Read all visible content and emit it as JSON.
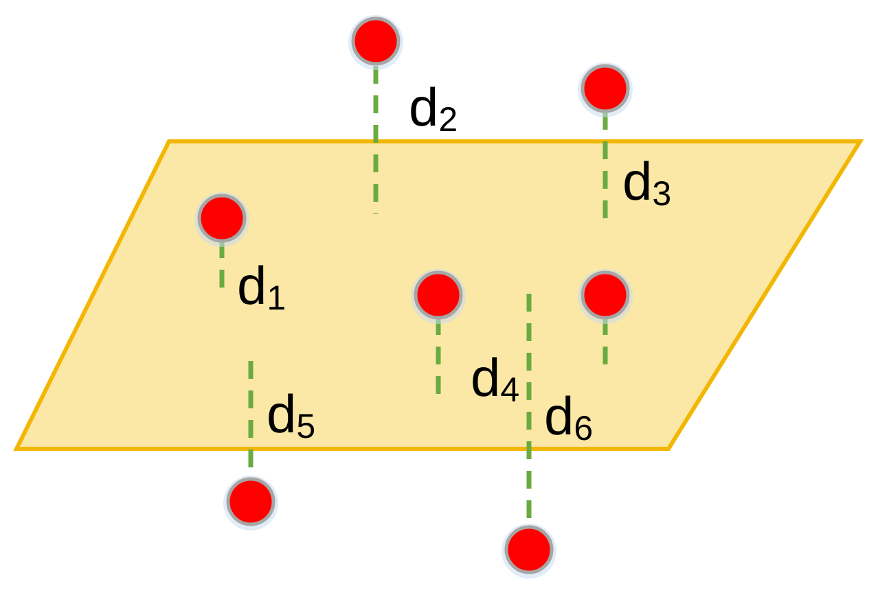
{
  "diagram": {
    "labels": {
      "d1": {
        "main": "d",
        "sub": "1"
      },
      "d2": {
        "main": "d",
        "sub": "2"
      },
      "d3": {
        "main": "d",
        "sub": "3"
      },
      "d4": {
        "main": "d",
        "sub": "4"
      },
      "d5": {
        "main": "d",
        "sub": "5"
      },
      "d6": {
        "main": "d",
        "sub": "6"
      }
    },
    "colors": {
      "plane_fill": "#fbe7a6",
      "plane_border": "#f2b705",
      "point": "#ff0000",
      "distance_line": "#6aab3f"
    }
  }
}
